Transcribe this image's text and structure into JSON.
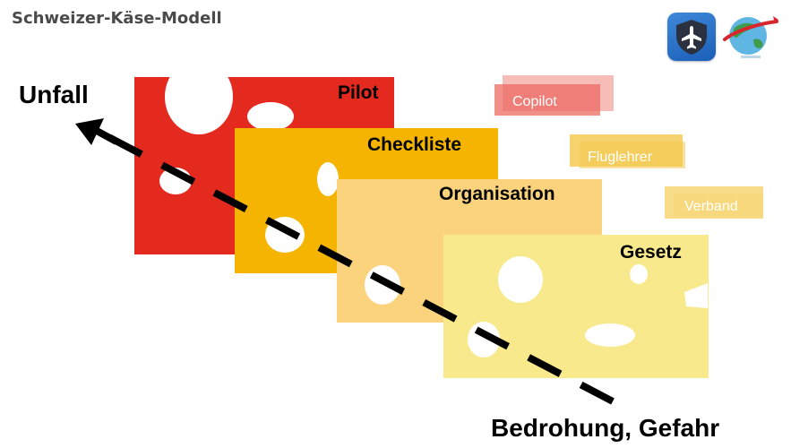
{
  "title": "Schweizer-Käse-Modell",
  "labels": {
    "unfall": "Unfall",
    "threat": "Bedrohung, Gefahr",
    "layers": [
      "Pilot",
      "Checkliste",
      "Organisation",
      "Gesetz"
    ],
    "tags": [
      "Copilot",
      "Fluglehrer",
      "Verband"
    ]
  },
  "colors": {
    "pilot": "#e42a1f",
    "checkliste": "#f4b400",
    "organisation": "#fbd37c",
    "gesetz": "#f8e98c",
    "tag_copilot": "#ec6a62",
    "tag_fluglehrer": "#f4c84a",
    "tag_verband": "#f6d36d"
  },
  "icons": [
    "shield-plane-icon",
    "globe-airplane-icon"
  ]
}
